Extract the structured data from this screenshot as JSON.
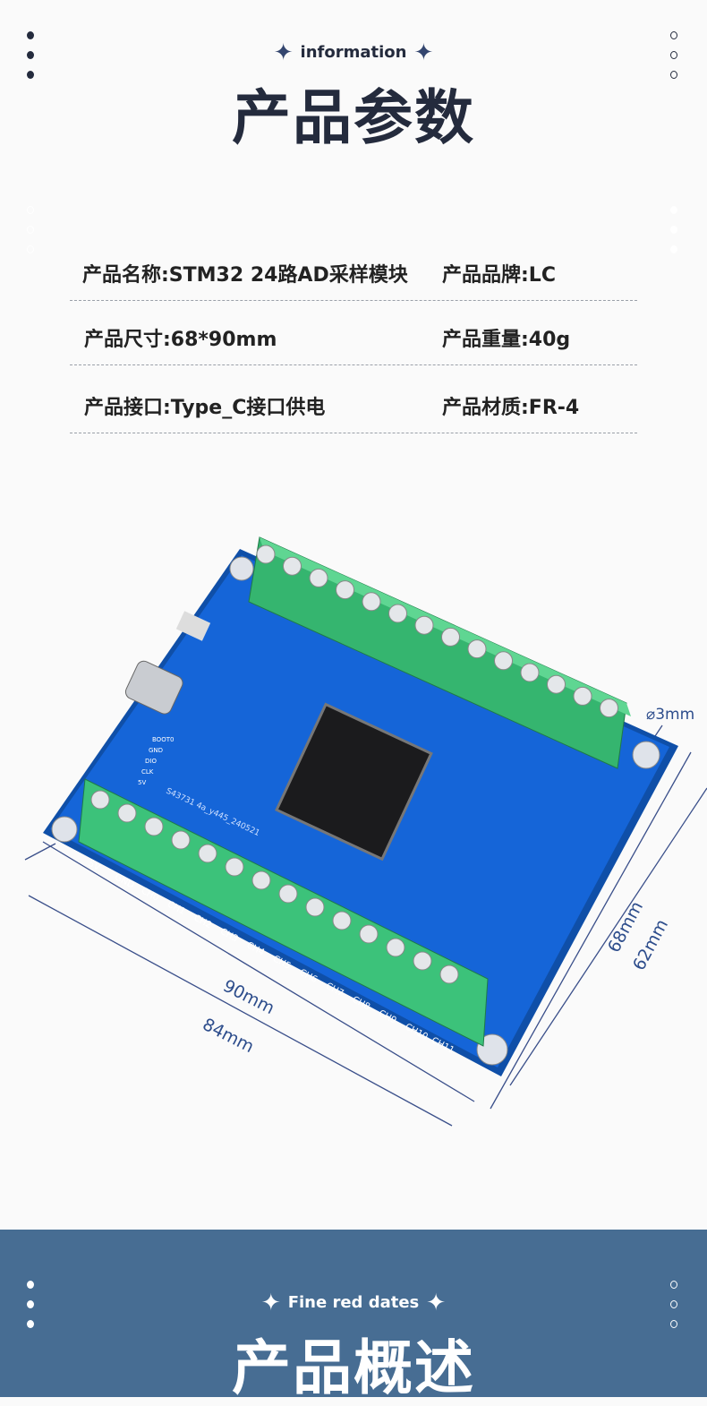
{
  "header": {
    "subtitle": "information",
    "title": "产品参数"
  },
  "specs": [
    {
      "left": "产品名称:STM32 24路AD采样模块",
      "right": "产品品牌:LC"
    },
    {
      "left": "产品尺寸:68*90mm",
      "right": "产品重量:40g"
    },
    {
      "left": "产品接口:Type_C接口供电",
      "right": "产品材质:FR-4"
    }
  ],
  "board": {
    "pins": [
      "5V",
      "GND",
      "CH0",
      "CH1",
      "CH2",
      "CH3",
      "CH4",
      "CH5",
      "CH6",
      "CH7",
      "CH8",
      "CH9",
      "CH10",
      "CH11"
    ],
    "dims": {
      "hole": "⌀3mm",
      "width_outer": "90mm",
      "width_inner": "84mm",
      "height_outer": "68mm",
      "height_inner": "62mm"
    },
    "silk": "S43731 4a_y445_240521",
    "header_pins": [
      "BOOT0",
      "GND",
      "DIO",
      "CLK",
      "5V"
    ],
    "pcb_color": "#1565d8",
    "terminal_color": "#3cc27a"
  },
  "footer": {
    "subtitle": "Fine red dates",
    "title": "产品概述"
  }
}
